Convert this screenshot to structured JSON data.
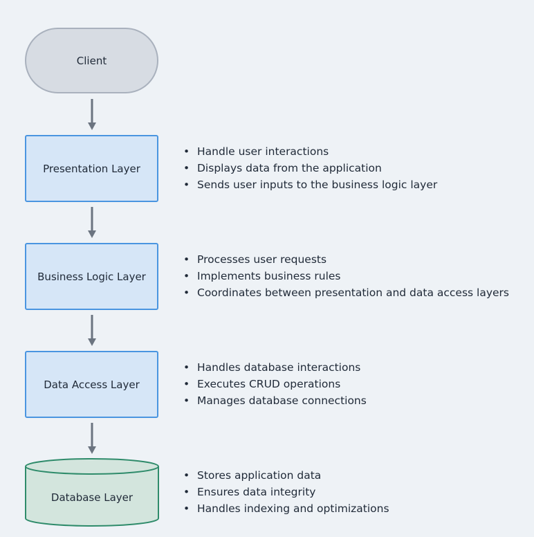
{
  "colors": {
    "background": "#eef2f6",
    "client_fill": "#d7dce3",
    "client_border": "#a9b1bd",
    "layer_fill": "#d6e6f7",
    "layer_border": "#4a95e0",
    "database_fill": "#d3e5dd",
    "database_border": "#2e8b6a",
    "arrow": "#6b7480"
  },
  "client": {
    "label": "Client",
    "shape": "stadium"
  },
  "layers": [
    {
      "label": "Presentation Layer",
      "shape": "rectangle",
      "bullets": [
        "Handle user interactions",
        "Displays data from the application",
        "Sends user inputs to the business logic layer"
      ]
    },
    {
      "label": "Business Logic Layer",
      "shape": "rectangle",
      "bullets": [
        "Processes user requests",
        "Implements business rules",
        "Coordinates between presentation and data access layers"
      ]
    },
    {
      "label": "Data Access Layer",
      "shape": "rectangle",
      "bullets": [
        "Handles database interactions",
        "Executes CRUD operations",
        "Manages database connections"
      ]
    },
    {
      "label": "Database Layer",
      "shape": "cylinder",
      "bullets": [
        "Stores application data",
        "Ensures data integrity",
        "Handles indexing and optimizations"
      ]
    }
  ],
  "bullet_glyph": "•",
  "arrow_icon": "arrow-down-icon"
}
